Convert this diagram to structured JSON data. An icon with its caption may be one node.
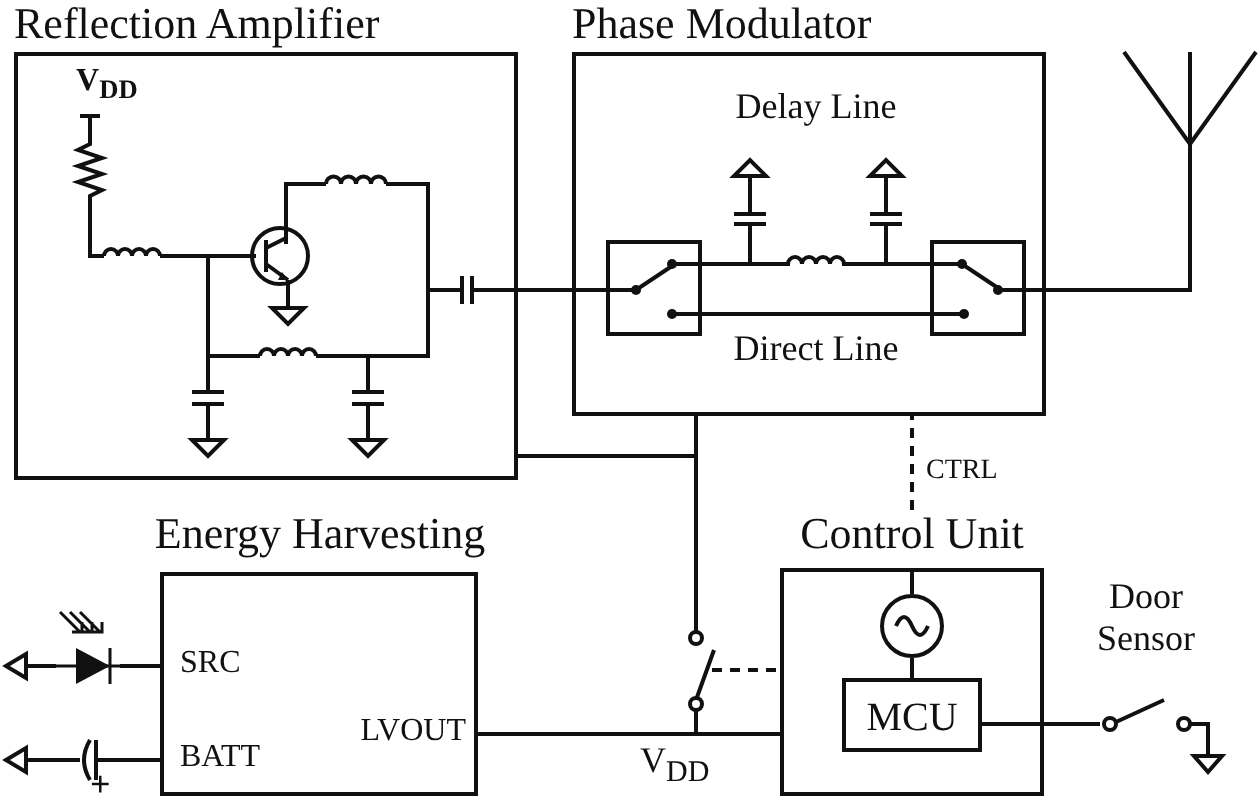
{
  "diagram": {
    "nodes": [
      {
        "text": [
          "Reflection Amplifier"
        ]
      },
      {
        "text": [
          "Phase Modulator",
          "Delay Line",
          "Direct Line"
        ]
      },
      {
        "text": [],
        "shape": "box",
        "in": 1
      },
      {
        "text": [],
        "shape": "box",
        "in": 1
      },
      {
        "text": [],
        "shape": "antenna"
      },
      {
        "text": [
          "Energy Harvesting",
          "SRC",
          "BATT",
          "LVOUT"
        ]
      },
      {
        "text": [
          "Control Unit"
        ]
      },
      {
        "text": [],
        "shape": "circle",
        "in": 6
      },
      {
        "text": [
          "MCU"
        ],
        "in": 6
      },
      {
        "text": [],
        "shape": "switch",
        "beside": [
          "Door Sensor"
        ]
      },
      {
        "text": [],
        "shape": "diode"
      },
      {
        "text": [],
        "shape": "battery"
      },
      {
        "text": [],
        "shape": "switch"
      },
      {
        "text": [],
        "shape": "capacitor",
        "in": 1
      },
      {
        "text": [],
        "shape": "capacitor",
        "in": 1
      },
      {
        "text": [],
        "shape": "ground"
      },
      {
        "text": [],
        "shape": "ground"
      }
    ],
    "edges": [
      {
        "from": 0,
        "to": 2,
        "arrow": "none"
      },
      {
        "from": 2,
        "to": 3,
        "arrow": "none"
      },
      {
        "from": 2,
        "to": 3,
        "arrow": "none"
      },
      {
        "from": 3,
        "to": 4,
        "arrow": "none"
      },
      {
        "from": 0,
        "to": 12,
        "arrow": "none"
      },
      {
        "from": 1,
        "to": 12,
        "arrow": "none"
      },
      {
        "from": 6,
        "to": 1,
        "arrow": "none",
        "label": "CTRL",
        "style": "dashed"
      },
      {
        "from": 5,
        "to": 6,
        "arrow": "none",
        "label": "V$_{DD}$"
      },
      {
        "from": 5,
        "to": 12,
        "arrow": "none"
      },
      {
        "from": 12,
        "to": 6,
        "arrow": "none",
        "style": "dashed"
      },
      {
        "from": 8,
        "to": 9,
        "arrow": "none"
      },
      {
        "from": 10,
        "to": 5,
        "arrow": "none"
      },
      {
        "from": 11,
        "to": 5,
        "arrow": "none"
      },
      {
        "from": 7,
        "to": 8,
        "arrow": "none"
      },
      {
        "from": 13,
        "to": 2,
        "arrow": "none"
      },
      {
        "from": 14,
        "to": 3,
        "arrow": "none"
      },
      {
        "from": 15,
        "to": 10,
        "arrow": "none"
      },
      {
        "from": 16,
        "to": 11,
        "arrow": "none"
      }
    ],
    "labels": [
      "V$_{DD}$",
      "+"
    ]
  }
}
